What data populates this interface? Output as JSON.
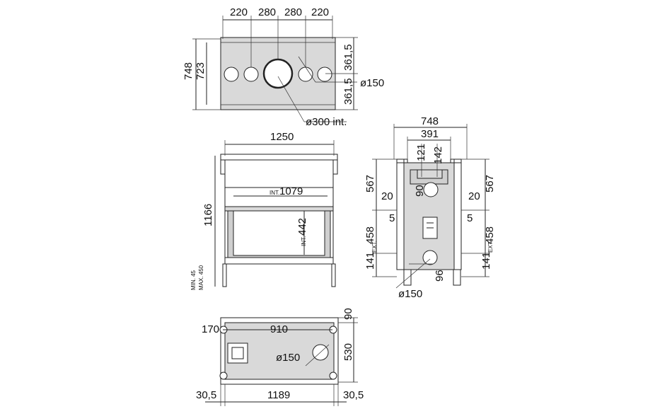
{
  "top_view": {
    "spacing": [
      "220",
      "280",
      "280",
      "220"
    ],
    "height_outer": "748",
    "height_inner": "723",
    "half_upper": "361,5",
    "half_lower": "361,5",
    "small_hole": "ø150",
    "large_hole": "ø300 int."
  },
  "front_view": {
    "width": "1250",
    "height": "1166",
    "int_width_prefix": "INT.",
    "int_width": "1079",
    "int_height_prefix": "INT.",
    "int_height": "442",
    "legs_min": "MIN. 45",
    "legs_max": "MAX. 450"
  },
  "side_view": {
    "width": "748",
    "inner_width": "391",
    "offset_a": "121",
    "offset_b": "142",
    "top_left": "567",
    "top_right": "567",
    "flange_left": "20",
    "flange_right": "20",
    "gap_left": "5",
    "gap_right": "5",
    "mid_left": "458",
    "mid_right": "458",
    "ext_label": "EXT.",
    "bottom_left": "141",
    "bottom_right": "141",
    "vent": "90",
    "pipe": "96",
    "outlet": "ø150"
  },
  "bottom_view": {
    "edge_left": "170",
    "span": "910",
    "outlet": "ø150",
    "depth_top": "90",
    "depth": "530",
    "margin_left": "30,5",
    "width": "1189",
    "margin_right": "30,5"
  }
}
